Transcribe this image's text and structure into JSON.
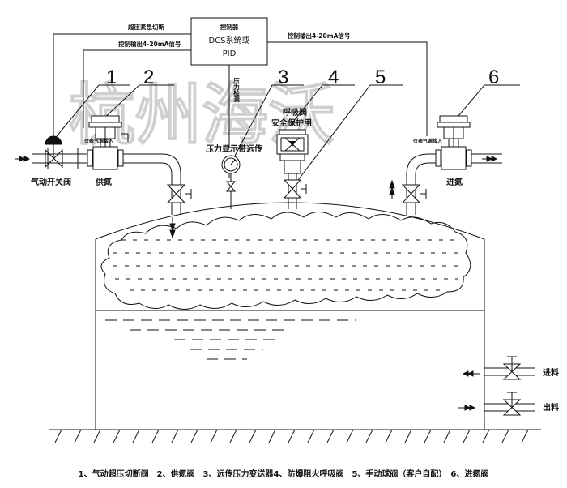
{
  "watermark": "杭州海沃",
  "control": {
    "box_title": "控制器",
    "box_dcs": "DCS系统或",
    "box_pid": "PID",
    "overpressure_cut": "超压紧急切断",
    "signal_left": "控制输出4-20mA信号",
    "signal_right": "控制输出4-20mA信号",
    "pressure_detect": "压力检测"
  },
  "callouts": [
    "1",
    "2",
    "3",
    "4",
    "5",
    "6"
  ],
  "labels": {
    "pneumatic_valve": "气动开关阀",
    "supply_nitrogen": "供氮",
    "pressure_gauge": "压力显示带远传",
    "breather_line1": "呼吸阀",
    "breather_line2": "安全保护用",
    "inlet_nitrogen": "进氮",
    "gas_input_left": "仪表气源接入",
    "gas_input_right": "仪表气源接入",
    "feed_in": "进料",
    "feed_out": "出料"
  },
  "caption": "1、气动超压切断阀　2、供氮阀　3、远传压力变送器4、防爆阻火呼吸阀　5、手动球阀（客户自配）　6、进氮阀"
}
